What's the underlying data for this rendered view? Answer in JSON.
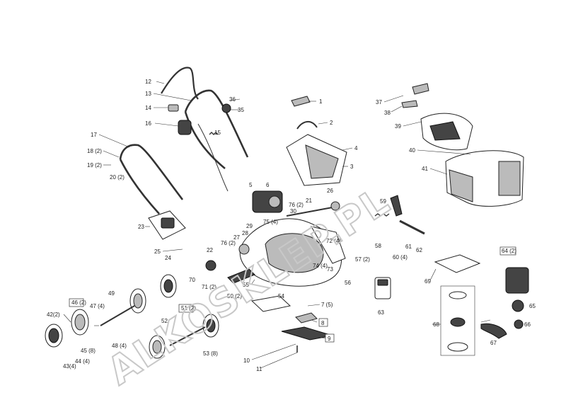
{
  "watermark": "ALKOSKLEP.PL",
  "labels": [
    {
      "id": "p1",
      "text": "1"
    },
    {
      "id": "p2",
      "text": "2"
    },
    {
      "id": "p3",
      "text": "3"
    },
    {
      "id": "p4",
      "text": "4"
    },
    {
      "id": "p5",
      "text": "5"
    },
    {
      "id": "p6",
      "text": "6"
    },
    {
      "id": "p7",
      "text": "7 (5)"
    },
    {
      "id": "p8",
      "text": "8"
    },
    {
      "id": "p9",
      "text": "9"
    },
    {
      "id": "p10",
      "text": "10"
    },
    {
      "id": "p11",
      "text": "11"
    },
    {
      "id": "p12",
      "text": "12"
    },
    {
      "id": "p13",
      "text": "13"
    },
    {
      "id": "p14",
      "text": "14"
    },
    {
      "id": "p15",
      "text": "15"
    },
    {
      "id": "p16",
      "text": "16"
    },
    {
      "id": "p17",
      "text": "17"
    },
    {
      "id": "p18",
      "text": "18 (2)"
    },
    {
      "id": "p19",
      "text": "19 (2)"
    },
    {
      "id": "p20",
      "text": "20 (2)"
    },
    {
      "id": "p21",
      "text": "21"
    },
    {
      "id": "p22",
      "text": "22"
    },
    {
      "id": "p23",
      "text": "23"
    },
    {
      "id": "p24",
      "text": "24"
    },
    {
      "id": "p25",
      "text": "25"
    },
    {
      "id": "p26",
      "text": "26"
    },
    {
      "id": "p27",
      "text": "27"
    },
    {
      "id": "p28",
      "text": "28"
    },
    {
      "id": "p29",
      "text": "29"
    },
    {
      "id": "p30",
      "text": "30"
    },
    {
      "id": "p35",
      "text": "35"
    },
    {
      "id": "p36",
      "text": "36"
    },
    {
      "id": "p37",
      "text": "37"
    },
    {
      "id": "p38",
      "text": "38"
    },
    {
      "id": "p39",
      "text": "39"
    },
    {
      "id": "p40",
      "text": "40"
    },
    {
      "id": "p41",
      "text": "41"
    },
    {
      "id": "p42",
      "text": "42(2)"
    },
    {
      "id": "p43",
      "text": "43(4)"
    },
    {
      "id": "p44",
      "text": "44 (4)"
    },
    {
      "id": "p45",
      "text": "45 (8)"
    },
    {
      "id": "p46",
      "text": "46 (2)"
    },
    {
      "id": "p47",
      "text": "47 (4)"
    },
    {
      "id": "p48",
      "text": "48 (4)"
    },
    {
      "id": "p49",
      "text": "49"
    },
    {
      "id": "p50",
      "text": "50 (2)"
    },
    {
      "id": "p51",
      "text": "51 (2)"
    },
    {
      "id": "p52",
      "text": "52"
    },
    {
      "id": "p53",
      "text": "53 (8)"
    },
    {
      "id": "p54",
      "text": "54"
    },
    {
      "id": "p55",
      "text": "55"
    },
    {
      "id": "p56",
      "text": "56"
    },
    {
      "id": "p57",
      "text": "57 (2)"
    },
    {
      "id": "p58",
      "text": "58"
    },
    {
      "id": "p59",
      "text": "59"
    },
    {
      "id": "p60",
      "text": "60 (4)"
    },
    {
      "id": "p61",
      "text": "61"
    },
    {
      "id": "p62",
      "text": "62"
    },
    {
      "id": "p63",
      "text": "63"
    },
    {
      "id": "p64",
      "text": "64 (2)"
    },
    {
      "id": "p65",
      "text": "65"
    },
    {
      "id": "p66",
      "text": "66"
    },
    {
      "id": "p67",
      "text": "67"
    },
    {
      "id": "p68",
      "text": "68"
    },
    {
      "id": "p69",
      "text": "69"
    },
    {
      "id": "p70",
      "text": "70"
    },
    {
      "id": "p71",
      "text": "71 (2)"
    },
    {
      "id": "p72",
      "text": "72 (4)"
    },
    {
      "id": "p73",
      "text": "73"
    },
    {
      "id": "p74",
      "text": "74 (4)"
    },
    {
      "id": "p75",
      "text": "75 (4)"
    },
    {
      "id": "p76a",
      "text": "76 (2)"
    },
    {
      "id": "p76b",
      "text": "76 (2)"
    }
  ]
}
